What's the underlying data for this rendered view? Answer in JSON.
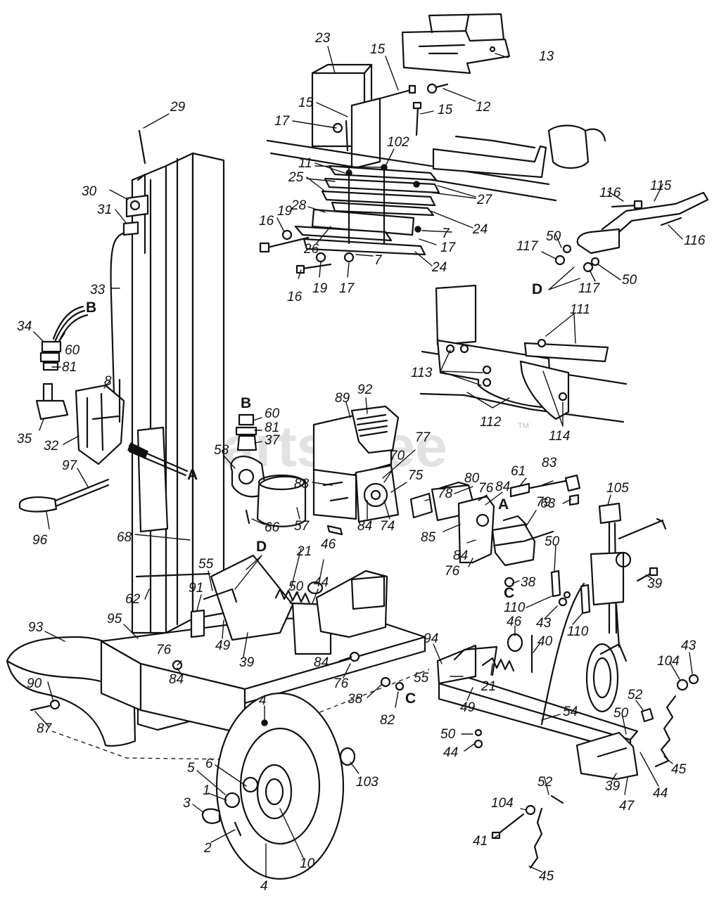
{
  "watermark": {
    "text": "PartsTree",
    "trademark": "TM"
  },
  "callouts": [
    {
      "id": "c23",
      "text": "23"
    },
    {
      "id": "c15a",
      "text": "15"
    },
    {
      "id": "c13",
      "text": "13"
    },
    {
      "id": "c15b",
      "text": "15"
    },
    {
      "id": "c12",
      "text": "12"
    },
    {
      "id": "c15c",
      "text": "15"
    },
    {
      "id": "c17a",
      "text": "17"
    },
    {
      "id": "c102",
      "text": "102"
    },
    {
      "id": "c29",
      "text": "29"
    },
    {
      "id": "c11",
      "text": "11"
    },
    {
      "id": "c25",
      "text": "25"
    },
    {
      "id": "c27",
      "text": "27"
    },
    {
      "id": "c28",
      "text": "28"
    },
    {
      "id": "c24a",
      "text": "24"
    },
    {
      "id": "c16a",
      "text": "16"
    },
    {
      "id": "c19a",
      "text": "19"
    },
    {
      "id": "c7a",
      "text": "7"
    },
    {
      "id": "c17b",
      "text": "17"
    },
    {
      "id": "c26",
      "text": "26"
    },
    {
      "id": "c7b",
      "text": "7"
    },
    {
      "id": "c24b",
      "text": "24"
    },
    {
      "id": "c16b",
      "text": "16"
    },
    {
      "id": "c19b",
      "text": "19"
    },
    {
      "id": "c17c",
      "text": "17"
    },
    {
      "id": "c30",
      "text": "30"
    },
    {
      "id": "c31",
      "text": "31"
    },
    {
      "id": "c33",
      "text": "33"
    },
    {
      "id": "c116a",
      "text": "116"
    },
    {
      "id": "c115",
      "text": "115"
    },
    {
      "id": "c116b",
      "text": "116"
    },
    {
      "id": "c50a",
      "text": "50"
    },
    {
      "id": "c117a",
      "text": "117"
    },
    {
      "id": "c117b",
      "text": "117"
    },
    {
      "id": "c50b",
      "text": "50"
    },
    {
      "id": "c34",
      "text": "34"
    },
    {
      "id": "c60a",
      "text": "60"
    },
    {
      "id": "c81a",
      "text": "81"
    },
    {
      "id": "c8",
      "text": "8"
    },
    {
      "id": "c111",
      "text": "111"
    },
    {
      "id": "c113",
      "text": "113"
    },
    {
      "id": "c112",
      "text": "112"
    },
    {
      "id": "c114",
      "text": "114"
    },
    {
      "id": "c35",
      "text": "35"
    },
    {
      "id": "c32",
      "text": "32"
    },
    {
      "id": "c97",
      "text": "97"
    },
    {
      "id": "c96",
      "text": "96"
    },
    {
      "id": "c60b",
      "text": "60"
    },
    {
      "id": "c81b",
      "text": "81"
    },
    {
      "id": "c37",
      "text": "37"
    },
    {
      "id": "c58",
      "text": "58"
    },
    {
      "id": "c89",
      "text": "89"
    },
    {
      "id": "c92",
      "text": "92"
    },
    {
      "id": "c77",
      "text": "77"
    },
    {
      "id": "c70",
      "text": "70"
    },
    {
      "id": "c75",
      "text": "75"
    },
    {
      "id": "c88",
      "text": "88"
    },
    {
      "id": "c80",
      "text": "80"
    },
    {
      "id": "c78",
      "text": "78"
    },
    {
      "id": "c76a",
      "text": "76"
    },
    {
      "id": "c84a",
      "text": "84"
    },
    {
      "id": "c61",
      "text": "61"
    },
    {
      "id": "c83",
      "text": "83"
    },
    {
      "id": "c63",
      "text": "63"
    },
    {
      "id": "c105",
      "text": "105"
    },
    {
      "id": "c57",
      "text": "57"
    },
    {
      "id": "c66",
      "text": "66"
    },
    {
      "id": "c84b",
      "text": "84"
    },
    {
      "id": "c74",
      "text": "74"
    },
    {
      "id": "c85",
      "text": "85"
    },
    {
      "id": "c84c",
      "text": "84"
    },
    {
      "id": "c76b",
      "text": "76"
    },
    {
      "id": "c79",
      "text": "79"
    },
    {
      "id": "c68",
      "text": "68"
    },
    {
      "id": "c21a",
      "text": "21"
    },
    {
      "id": "c46a",
      "text": "46"
    },
    {
      "id": "c55a",
      "text": "55"
    },
    {
      "id": "c50c",
      "text": "50"
    },
    {
      "id": "c44a",
      "text": "44"
    },
    {
      "id": "c38a",
      "text": "38"
    },
    {
      "id": "c50d",
      "text": "50"
    },
    {
      "id": "c39a",
      "text": "39"
    },
    {
      "id": "c62",
      "text": "62"
    },
    {
      "id": "c91",
      "text": "91"
    },
    {
      "id": "c110a",
      "text": "110"
    },
    {
      "id": "c43a",
      "text": "43"
    },
    {
      "id": "c110b",
      "text": "110"
    },
    {
      "id": "c93",
      "text": "93"
    },
    {
      "id": "c95",
      "text": "95"
    },
    {
      "id": "c49a",
      "text": "49"
    },
    {
      "id": "c39b",
      "text": "39"
    },
    {
      "id": "c46b",
      "text": "46"
    },
    {
      "id": "c40",
      "text": "40"
    },
    {
      "id": "c94",
      "text": "94"
    },
    {
      "id": "c76c",
      "text": "76"
    },
    {
      "id": "c84d",
      "text": "84"
    },
    {
      "id": "c84e",
      "text": "84"
    },
    {
      "id": "c76d",
      "text": "76"
    },
    {
      "id": "c43b",
      "text": "43"
    },
    {
      "id": "c104a",
      "text": "104"
    },
    {
      "id": "c55b",
      "text": "55"
    },
    {
      "id": "c90",
      "text": "90"
    },
    {
      "id": "c38b",
      "text": "38"
    },
    {
      "id": "c82",
      "text": "82"
    },
    {
      "id": "c49b",
      "text": "49"
    },
    {
      "id": "c21b",
      "text": "21"
    },
    {
      "id": "c52a",
      "text": "52"
    },
    {
      "id": "c54",
      "text": "54"
    },
    {
      "id": "c50e",
      "text": "50"
    },
    {
      "id": "c87",
      "text": "87"
    },
    {
      "id": "c50f",
      "text": "50"
    },
    {
      "id": "c44b",
      "text": "44"
    },
    {
      "id": "c4a",
      "text": "4"
    },
    {
      "id": "c103",
      "text": "103"
    },
    {
      "id": "c45a",
      "text": "45"
    },
    {
      "id": "c44c",
      "text": "44"
    },
    {
      "id": "c39c",
      "text": "39"
    },
    {
      "id": "c52b",
      "text": "52"
    },
    {
      "id": "c47",
      "text": "47"
    },
    {
      "id": "c5",
      "text": "5"
    },
    {
      "id": "c6",
      "text": "6"
    },
    {
      "id": "c1",
      "text": "1"
    },
    {
      "id": "c3",
      "text": "3"
    },
    {
      "id": "c104b",
      "text": "104"
    },
    {
      "id": "c2",
      "text": "2"
    },
    {
      "id": "c10",
      "text": "10"
    },
    {
      "id": "c41",
      "text": "41"
    },
    {
      "id": "c4b",
      "text": "4"
    },
    {
      "id": "c45b",
      "text": "45"
    }
  ],
  "letters": [
    {
      "id": "lB1",
      "text": "B"
    },
    {
      "id": "lB2",
      "text": "B"
    },
    {
      "id": "lA1",
      "text": "A"
    },
    {
      "id": "lA2",
      "text": "A"
    },
    {
      "id": "lC1",
      "text": "C"
    },
    {
      "id": "lC2",
      "text": "C"
    },
    {
      "id": "lD1",
      "text": "D"
    },
    {
      "id": "lD2",
      "text": "D"
    }
  ]
}
